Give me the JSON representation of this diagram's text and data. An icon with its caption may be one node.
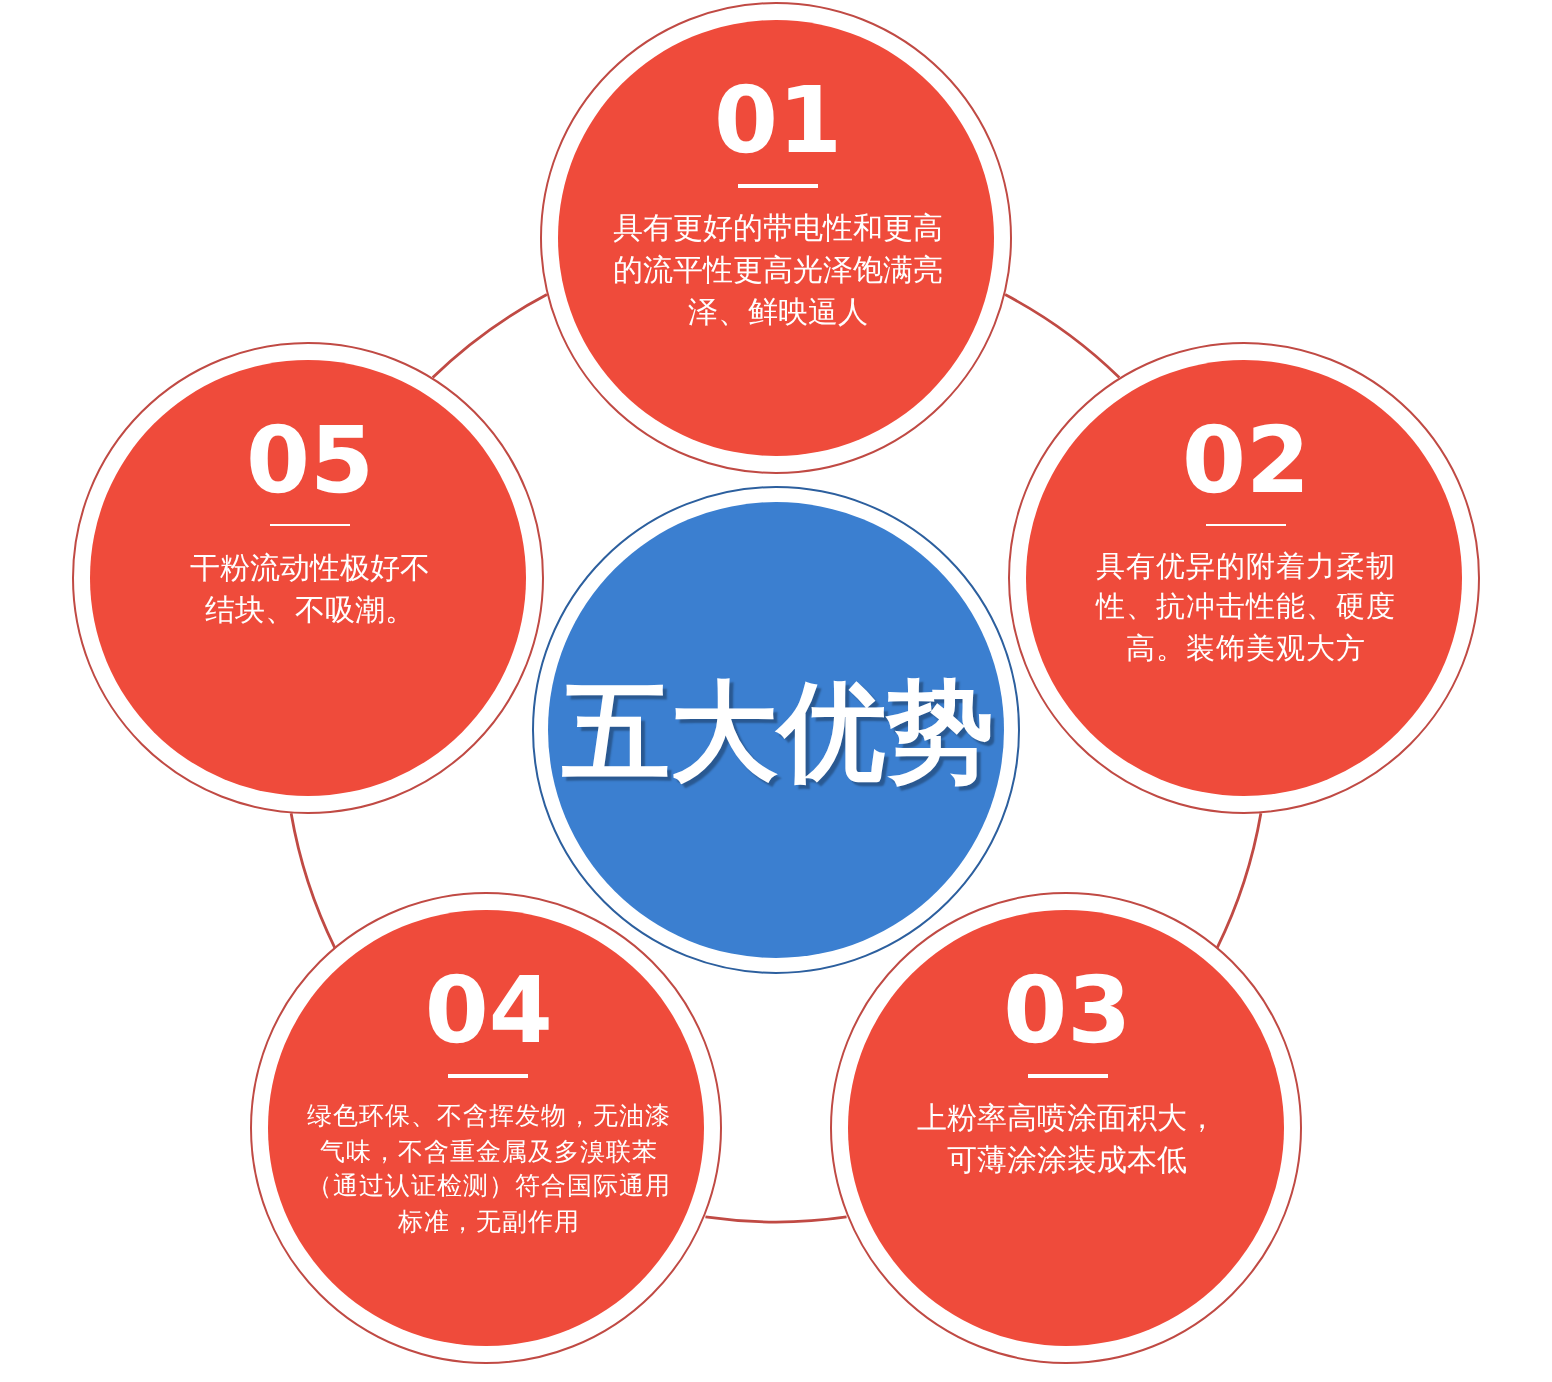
{
  "diagram": {
    "nodes": [
      {
        "text": [
          "五大优势"
        ]
      },
      {
        "text": [
          "01",
          "具有更好的带电性和更高的流平性更高光泽饱满亮泽、鲜映逼人"
        ]
      },
      {
        "text": [
          "02",
          "具有优异的附着力柔韧性、抗冲击性能、硬度高。装饰美观大方"
        ]
      },
      {
        "text": [
          "03",
          "上粉率高喷涂面积大，可薄涂涂装成本低"
        ]
      },
      {
        "text": [
          "04",
          "绿色环保、不含挥发物，无油漆气味，不含重金属及多溴联苯（通过认证检测）符合国际通用标准，无副作用"
        ]
      },
      {
        "text": [
          "05",
          "干粉流动性极好不结块、不吸潮。"
        ]
      }
    ],
    "edges": [
      {
        "from": 1,
        "to": 2,
        "arrow": "none"
      },
      {
        "from": 2,
        "to": 3,
        "arrow": "none"
      },
      {
        "from": 3,
        "to": 4,
        "arrow": "none"
      },
      {
        "from": 4,
        "to": 5,
        "arrow": "none"
      },
      {
        "from": 5,
        "to": 1,
        "arrow": "none"
      }
    ]
  }
}
